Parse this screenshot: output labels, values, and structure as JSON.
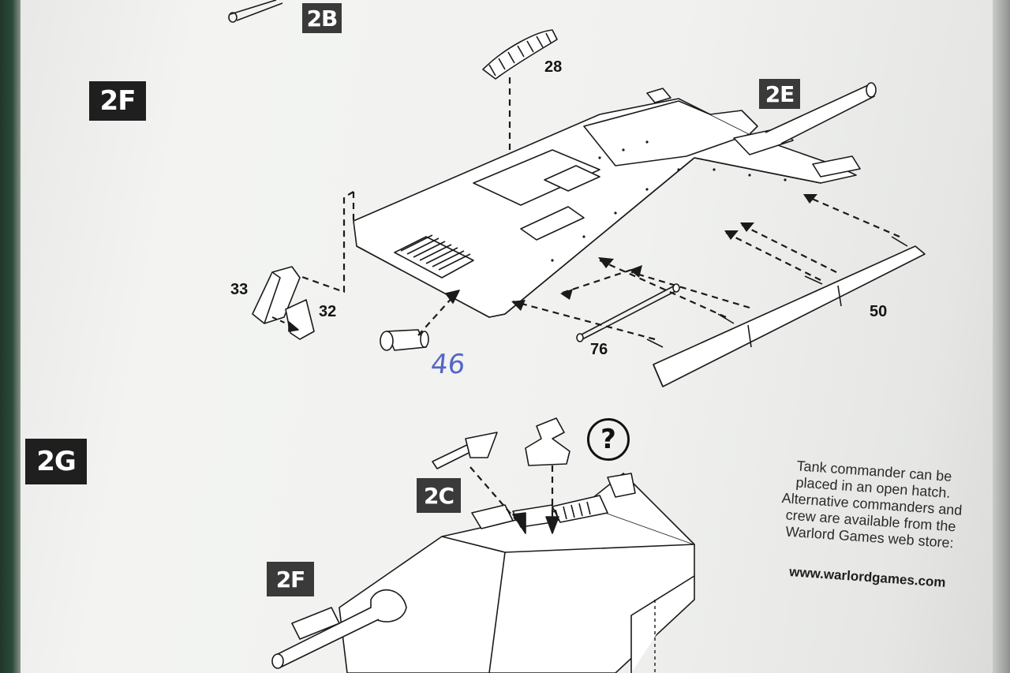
{
  "steps": {
    "top_cutoff": "2B",
    "main_left": "2F",
    "main_right": "2E",
    "next": "2G",
    "next_sub_c": "2C",
    "next_sub_f": "2F"
  },
  "parts": {
    "p28": "28",
    "p33": "33",
    "p32": "32",
    "p50": "50",
    "p76": "76"
  },
  "handwritten_note": "46",
  "question_symbol": "?",
  "commander_note": {
    "lines": [
      "Tank commander can be",
      "placed in an open hatch.",
      "Alternative commanders and",
      "crew are available from the",
      "Warlord Games web store:"
    ],
    "url": "www.warlordgames.com"
  },
  "colors": {
    "paper": "#f1f2f0",
    "ink": "#1f1f1f",
    "pen": "#5566c8"
  }
}
